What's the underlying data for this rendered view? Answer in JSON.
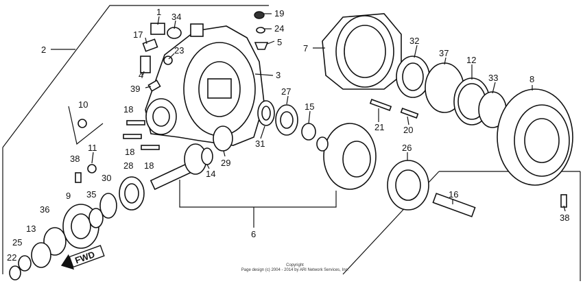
{
  "labels": [
    "1",
    "34",
    "19",
    "24",
    "5",
    "17",
    "23",
    "2",
    "4",
    "3",
    "39",
    "7",
    "32",
    "37",
    "12",
    "33",
    "8",
    "10",
    "18",
    "27",
    "15",
    "31",
    "21",
    "20",
    "11",
    "38",
    "28",
    "30",
    "14",
    "29",
    "26",
    "16",
    "9",
    "35",
    "36",
    "13",
    "25",
    "22",
    "6"
  ],
  "fwd_label": "FWD",
  "copyright": {
    "line1": "Copyright",
    "line2": "Page design (c) 2004 - 2014 by ARI Network Services, Inc."
  }
}
